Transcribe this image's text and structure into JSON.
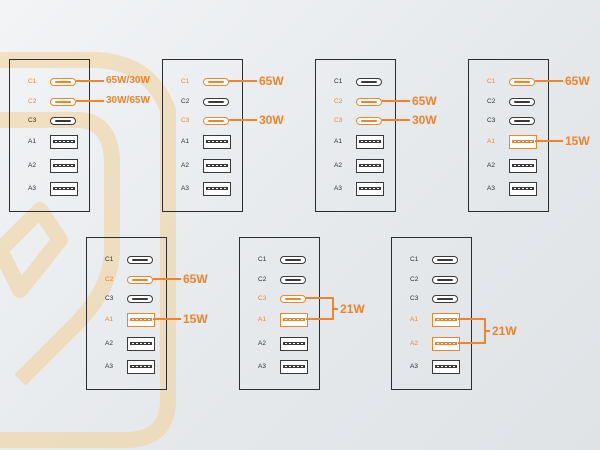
{
  "colors": {
    "accent": "#f0842c",
    "outline": "#2d2d2d",
    "watermark": "#f0cf98"
  },
  "ports": [
    "C1",
    "C2",
    "C3",
    "A1",
    "A2",
    "A3"
  ],
  "configs": [
    {
      "active": [
        "C1",
        "C2"
      ],
      "labels": [
        {
          "text": "65W/30W",
          "ports": [
            "C1"
          ]
        },
        {
          "text": "30W/65W",
          "ports": [
            "C2"
          ]
        }
      ]
    },
    {
      "active": [
        "C1",
        "C3"
      ],
      "labels": [
        {
          "text": "65W",
          "ports": [
            "C1"
          ]
        },
        {
          "text": "30W",
          "ports": [
            "C3"
          ]
        }
      ]
    },
    {
      "active": [
        "C2",
        "C3"
      ],
      "labels": [
        {
          "text": "65W",
          "ports": [
            "C2"
          ]
        },
        {
          "text": "30W",
          "ports": [
            "C3"
          ]
        }
      ]
    },
    {
      "active": [
        "C1",
        "A1"
      ],
      "labels": [
        {
          "text": "65W",
          "ports": [
            "C1"
          ]
        },
        {
          "text": "15W",
          "ports": [
            "A1"
          ]
        }
      ]
    },
    {
      "active": [
        "C2",
        "A1"
      ],
      "labels": [
        {
          "text": "65W",
          "ports": [
            "C2"
          ]
        },
        {
          "text": "15W",
          "ports": [
            "A1"
          ]
        }
      ]
    },
    {
      "active": [
        "C3",
        "A1"
      ],
      "labels": [
        {
          "text": "21W",
          "ports": [
            "C3",
            "A1"
          ]
        }
      ]
    },
    {
      "active": [
        "A1",
        "A2"
      ],
      "labels": [
        {
          "text": "21W",
          "ports": [
            "A1",
            "A2"
          ]
        }
      ]
    }
  ]
}
